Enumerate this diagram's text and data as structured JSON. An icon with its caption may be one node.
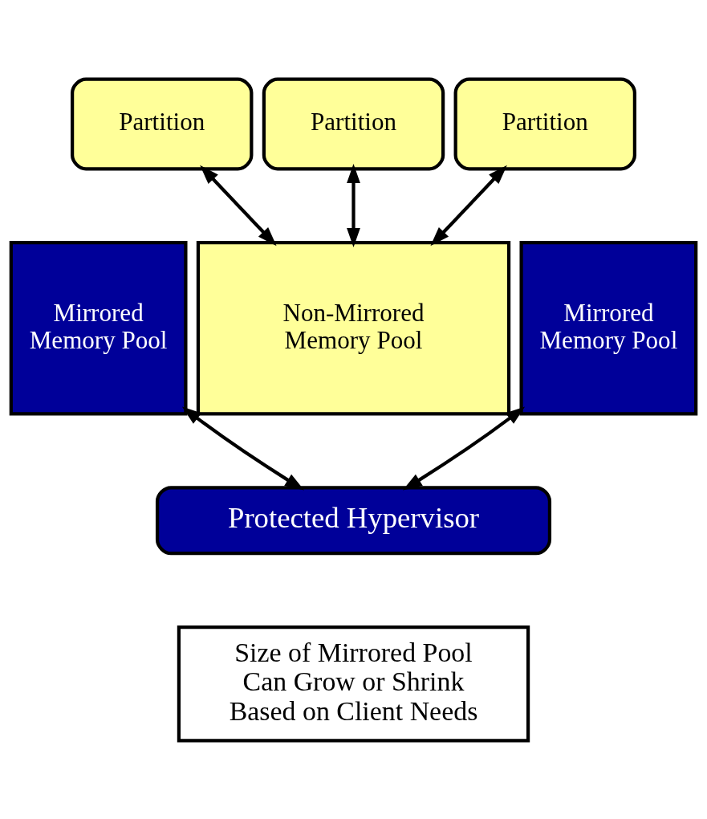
{
  "diagram": {
    "nodes": [
      {
        "text": [
          "Partition"
        ]
      },
      {
        "text": [
          "Partition"
        ]
      },
      {
        "text": [
          "Partition"
        ]
      },
      {
        "text": [
          "Mirrored Memory Pool"
        ]
      },
      {
        "text": [
          "Non-Mirrored Memory Pool"
        ]
      },
      {
        "text": [
          "Mirrored Memory Pool"
        ]
      },
      {
        "text": [
          "Protected Hypervisor"
        ]
      },
      {
        "text": [
          "Size of Mirrored Pool Can Grow or Shrink Based on Client Needs"
        ]
      }
    ],
    "edges": [
      {
        "from": 0,
        "to": 4,
        "arrow": "both"
      },
      {
        "from": 1,
        "to": 4,
        "arrow": "both"
      },
      {
        "from": 2,
        "to": 4,
        "arrow": "both"
      },
      {
        "from": 3,
        "to": 6,
        "arrow": "both"
      },
      {
        "from": 5,
        "to": 6,
        "arrow": "both"
      }
    ]
  }
}
